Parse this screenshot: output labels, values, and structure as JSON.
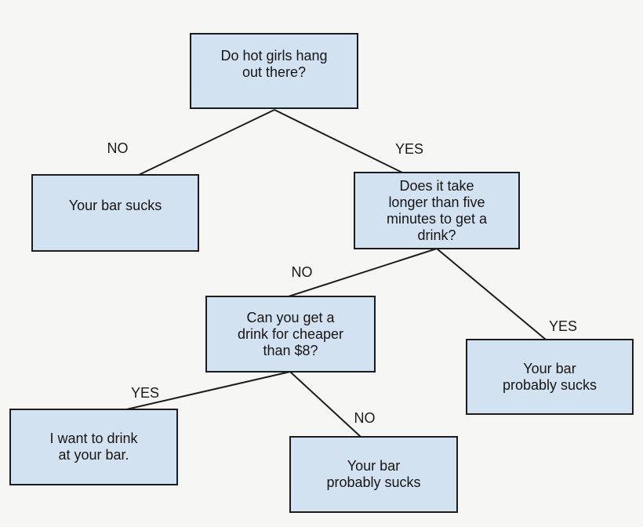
{
  "diagram": {
    "type": "flowchart",
    "colors": {
      "background": "#f6f6f5",
      "node_fill": "#d3e2f0",
      "node_border": "#1c1c1c",
      "edge_line": "#1c1c1c",
      "text": "#151515"
    },
    "nodes": {
      "hot_girls": {
        "text": "Do hot girls hang\nout there?"
      },
      "bar_sucks": {
        "text": "Your bar sucks"
      },
      "five_minutes": {
        "text": "Does it take\nlonger than five\nminutes to get a\ndrink?"
      },
      "cheaper_drink": {
        "text": "Can you get a\ndrink for cheaper\nthan $8?"
      },
      "probably_sucks_right": {
        "text": "Your bar\nprobably sucks"
      },
      "want_to_drink": {
        "text": "I want to drink\nat your bar."
      },
      "probably_sucks_bottom": {
        "text": "Your bar\nprobably sucks"
      }
    },
    "edges": [
      {
        "from": "hot_girls",
        "to": "bar_sucks",
        "label": "NO"
      },
      {
        "from": "hot_girls",
        "to": "five_minutes",
        "label": "YES"
      },
      {
        "from": "five_minutes",
        "to": "cheaper_drink",
        "label": "NO"
      },
      {
        "from": "five_minutes",
        "to": "probably_sucks_right",
        "label": "YES"
      },
      {
        "from": "cheaper_drink",
        "to": "want_to_drink",
        "label": "YES"
      },
      {
        "from": "cheaper_drink",
        "to": "probably_sucks_bottom",
        "label": "NO"
      }
    ]
  }
}
